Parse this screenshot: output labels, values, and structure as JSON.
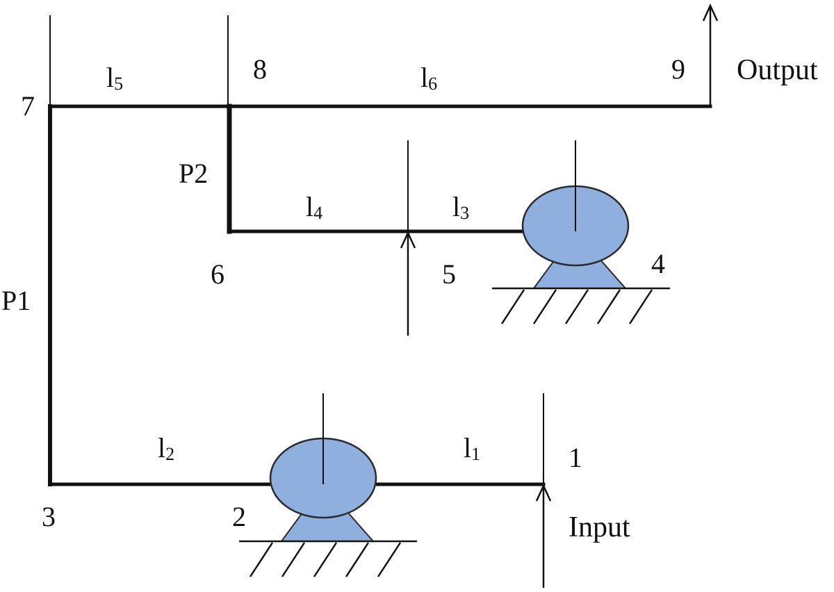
{
  "nodes": {
    "n1": "1",
    "n2": "2",
    "n3": "3",
    "n4": "4",
    "n5": "5",
    "n6": "6",
    "n7": "7",
    "n8": "8",
    "n9": "9"
  },
  "links": {
    "l1": {
      "base": "l",
      "sub": "1"
    },
    "l2": {
      "base": "l",
      "sub": "2"
    },
    "l3": {
      "base": "l",
      "sub": "3"
    },
    "l4": {
      "base": "l",
      "sub": "4"
    },
    "l5": {
      "base": "l",
      "sub": "5"
    },
    "l6": {
      "base": "l",
      "sub": "6"
    }
  },
  "prismatic": {
    "p1": "P1",
    "p2": "P2"
  },
  "io": {
    "input": "Input",
    "output": "Output"
  },
  "colors": {
    "line": "#111111",
    "joint_fill": "#8fb0de",
    "joint_stroke": "#2b2b2b"
  }
}
